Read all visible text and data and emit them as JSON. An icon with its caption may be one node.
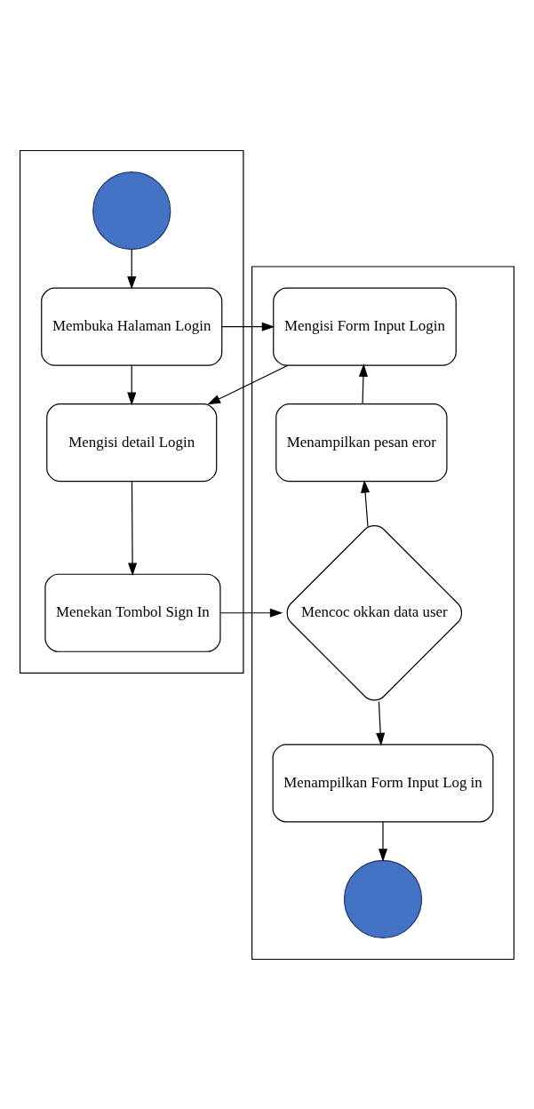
{
  "diagram": {
    "nodes": [
      {
        "text": [],
        "shape": "box"
      },
      {
        "text": [],
        "shape": "box"
      },
      {
        "text": [],
        "shape": "circle",
        "in": 0
      },
      {
        "text": [
          "Membuka Halaman Login"
        ],
        "in": 0
      },
      {
        "text": [
          "Mengisi Form Input Login"
        ],
        "in": 1
      },
      {
        "text": [
          "Mengisi detail Login"
        ],
        "in": 0
      },
      {
        "text": [
          "Menampilkan pesan eror"
        ],
        "in": 1
      },
      {
        "text": [
          "Menekan Tombol Sign In"
        ],
        "in": 0
      },
      {
        "text": [
          "Mencoc okkan data user"
        ],
        "in": 1
      },
      {
        "text": [
          "Menampilkan Form Input Log in"
        ],
        "in": 1
      },
      {
        "text": [],
        "shape": "circle",
        "in": 1
      }
    ],
    "edges": [
      {
        "from": 2,
        "to": 3,
        "arrow": "to"
      },
      {
        "from": 3,
        "to": 4,
        "arrow": "to"
      },
      {
        "from": 3,
        "to": 5,
        "arrow": "to"
      },
      {
        "from": 4,
        "to": 5,
        "arrow": "to"
      },
      {
        "from": 5,
        "to": 7,
        "arrow": "to"
      },
      {
        "from": 7,
        "to": 8,
        "arrow": "to"
      },
      {
        "from": 8,
        "to": 6,
        "arrow": "to"
      },
      {
        "from": 6,
        "to": 4,
        "arrow": "to"
      },
      {
        "from": 8,
        "to": 9,
        "arrow": "to"
      },
      {
        "from": 9,
        "to": 10,
        "arrow": "to"
      }
    ]
  }
}
